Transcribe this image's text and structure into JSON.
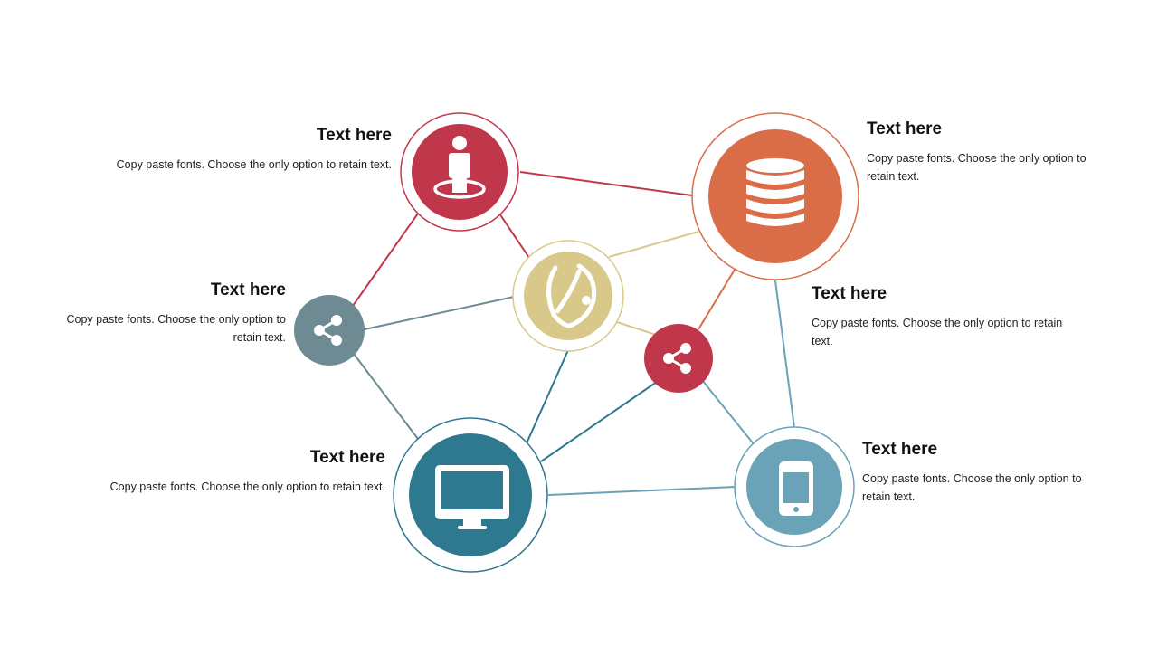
{
  "colors": {
    "red": "#c0374b",
    "orange": "#d96d47",
    "tan": "#d8c98b",
    "slate": "#6e8b93",
    "teal": "#2e7890",
    "lightblue": "#6aa3b8",
    "red_small": "#c0374b"
  },
  "nodes": [
    {
      "id": "person",
      "icon": "person-target-icon",
      "color_key": "red"
    },
    {
      "id": "database",
      "icon": "database-icon",
      "color_key": "orange"
    },
    {
      "id": "globe",
      "icon": "globe-icon",
      "color_key": "tan"
    },
    {
      "id": "share-left",
      "icon": "share-icon",
      "color_key": "slate"
    },
    {
      "id": "share-right",
      "icon": "share-icon",
      "color_key": "red_small"
    },
    {
      "id": "monitor",
      "icon": "monitor-icon",
      "color_key": "teal"
    },
    {
      "id": "phone",
      "icon": "smartphone-icon",
      "color_key": "lightblue"
    }
  ],
  "labels": {
    "person": {
      "title": "Text here",
      "desc": "Copy paste fonts. Choose the only option to retain text."
    },
    "database": {
      "title": "Text here",
      "desc": "Copy paste fonts. Choose the only option to retain text."
    },
    "share_left": {
      "title": "Text here",
      "desc": "Copy paste fonts. Choose the only option to retain text."
    },
    "share_right": {
      "title": "Text here",
      "desc": "Copy paste fonts. Choose the only option to retain text."
    },
    "monitor": {
      "title": "Text here",
      "desc": "Copy paste fonts. Choose the only option to retain text."
    },
    "phone": {
      "title": "Text here",
      "desc": "Copy paste fonts. Choose the only option to retain text."
    }
  }
}
